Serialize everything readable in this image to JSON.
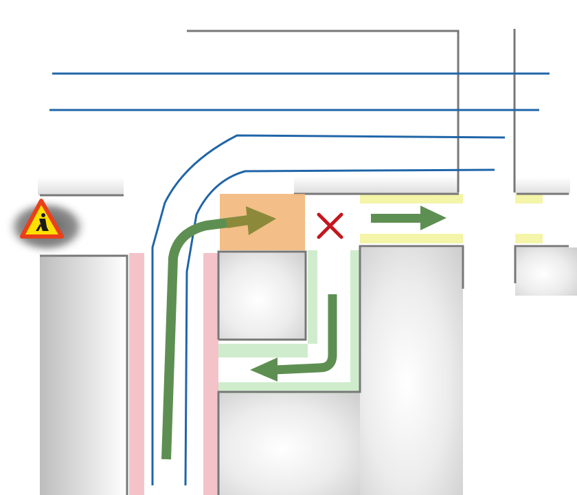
{
  "colors": {
    "background": "#ffffff",
    "block_shade": "#d4d4d4",
    "block_edge": "#777777",
    "tram_track": "#1f65a8",
    "arrow_green": "#5e8f52",
    "arrow_olive": "#8c8a3a",
    "conflict_box": "#f2b77a",
    "forbidden_mark": "#c4161c",
    "marking_pink": "#f1b9bf",
    "marking_green": "#bfe7bb",
    "marking_yellow": "#f4f5a8",
    "warning_sign_fill": "#ffe000",
    "warning_sign_border": "#e8401a"
  },
  "icons": {
    "warning_sign": "roadworks-warning-icon",
    "forbidden": "forbidden-x-icon"
  },
  "layers": {
    "buildings": "building-blocks",
    "road_markings": "road-markings",
    "tram_tracks": "tram-tracks",
    "movements": "traffic-movements"
  }
}
